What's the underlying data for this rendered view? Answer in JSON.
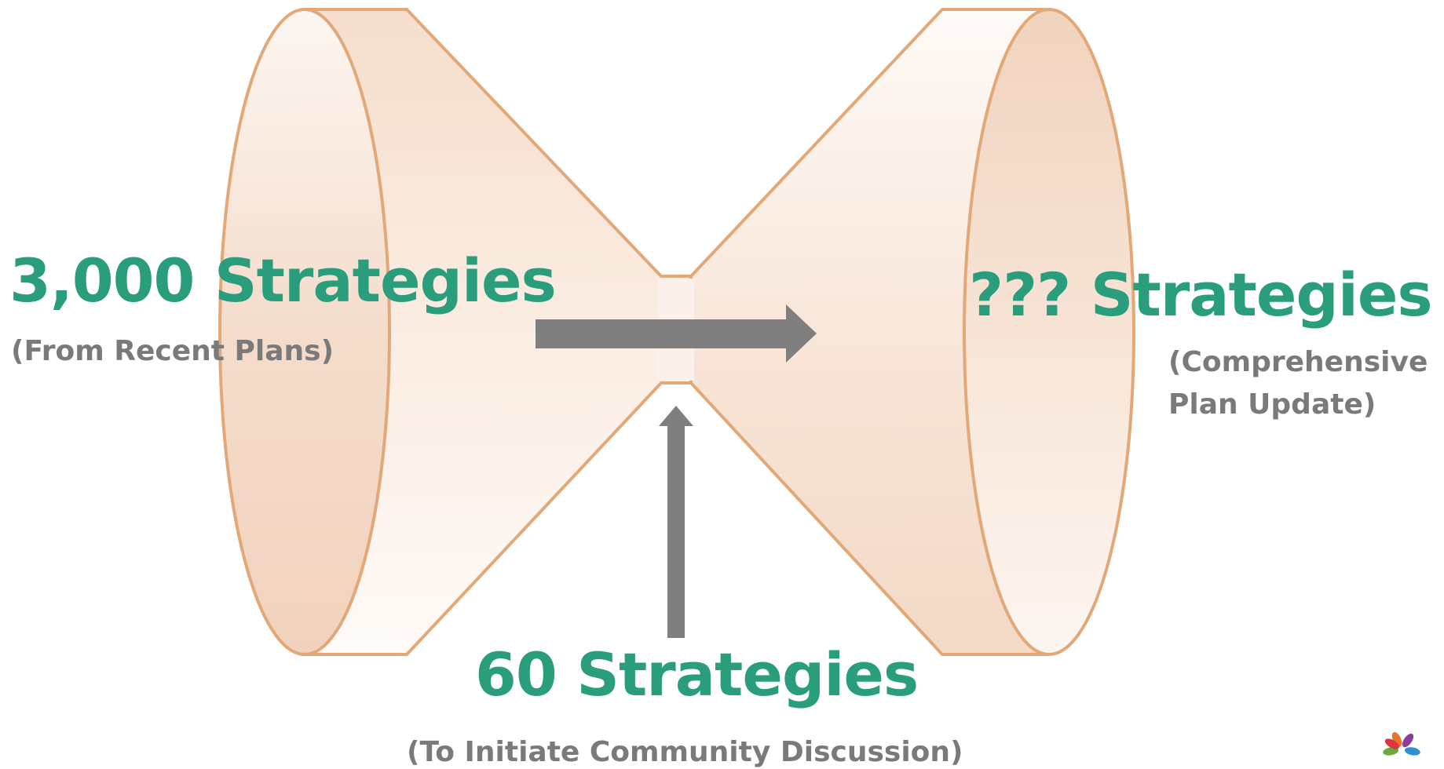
{
  "colors": {
    "funnel_fill": "#f6e0d0",
    "funnel_stroke": "#e3a878",
    "arrow": "#7f7f7f",
    "accent_text": "#2a9d7d",
    "sub_text": "#7a7a7a"
  },
  "left": {
    "count": "3,000 Strategies",
    "note": "(From Recent Plans)"
  },
  "right": {
    "count": "??? Strategies",
    "note_line1": "(Comprehensive",
    "note_line2": "Plan Update)"
  },
  "middle": {
    "count": "60 Strategies",
    "note": "(To Initiate Community Discussion)"
  },
  "icons": {
    "flow_arrow": "arrow-right-icon",
    "input_arrow": "arrow-up-icon",
    "logo": "flower-logo"
  }
}
